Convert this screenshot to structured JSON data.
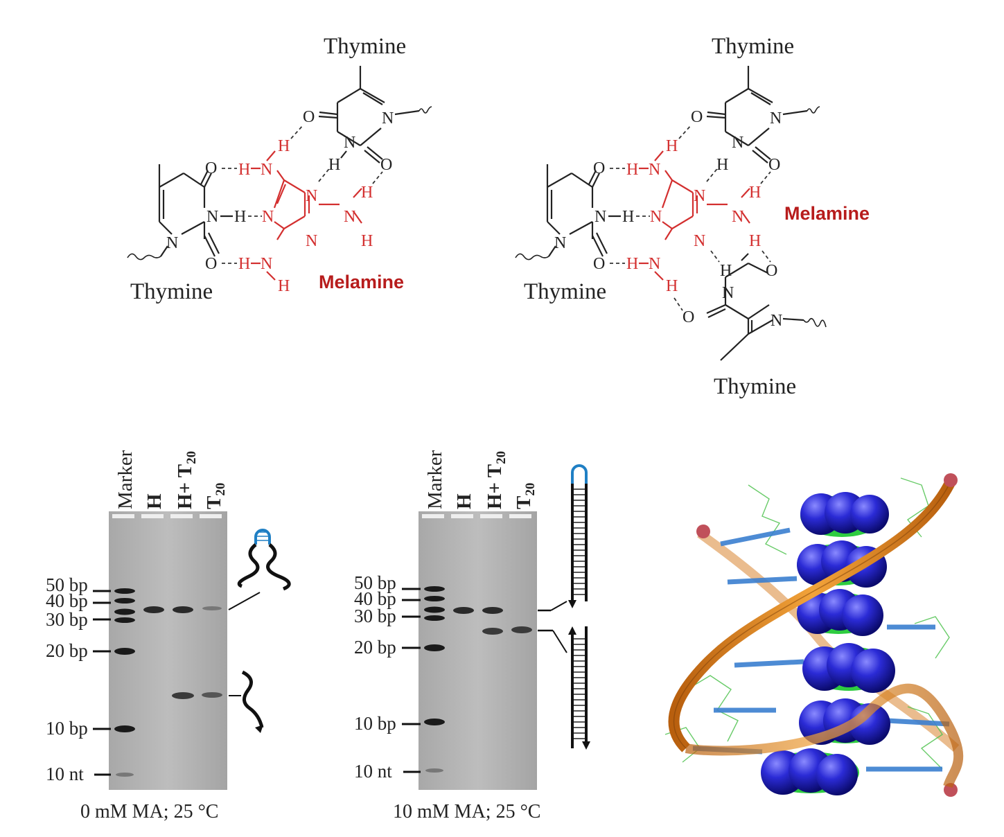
{
  "panel_top_left": {
    "label_thymine_top": "Thymine",
    "label_thymine_bottom": "Thymine",
    "label_melamine": "Melamine"
  },
  "panel_top_right": {
    "label_thymine_top": "Thymine",
    "label_thymine_left": "Thymine",
    "label_thymine_bottom": "Thymine",
    "label_melamine": "Melamine"
  },
  "atoms": {
    "O": "O",
    "N": "N",
    "H": "H"
  },
  "gel_left": {
    "lanes": [
      "Marker",
      "H",
      "H+ T",
      "T"
    ],
    "lane_subscript": "20",
    "markers": [
      "50 bp",
      "40 bp",
      "30 bp",
      "20 bp",
      "10 bp",
      "10 nt"
    ],
    "caption": "0 mM MA; 25 °C"
  },
  "gel_right": {
    "lanes": [
      "Marker",
      "H",
      "H+ T",
      "T"
    ],
    "lane_subscript": "20",
    "markers": [
      "50 bp",
      "40 bp",
      "30 bp",
      "20 bp",
      "10 bp",
      "10 nt"
    ],
    "caption": "10 mM MA; 25 °C"
  },
  "colors": {
    "melamine": "#d32f2f",
    "melamine_label": "#b71c1c",
    "hairpin_loop": "#1f7fc4",
    "helix_backbone": "#e08a1e",
    "spheres": "#2b2bd6",
    "sticks": "#2ecc40"
  },
  "icons": [
    "hairpin-icon",
    "wavy-strand-icon",
    "duplex-arrow-icon",
    "dna-helix-model"
  ]
}
